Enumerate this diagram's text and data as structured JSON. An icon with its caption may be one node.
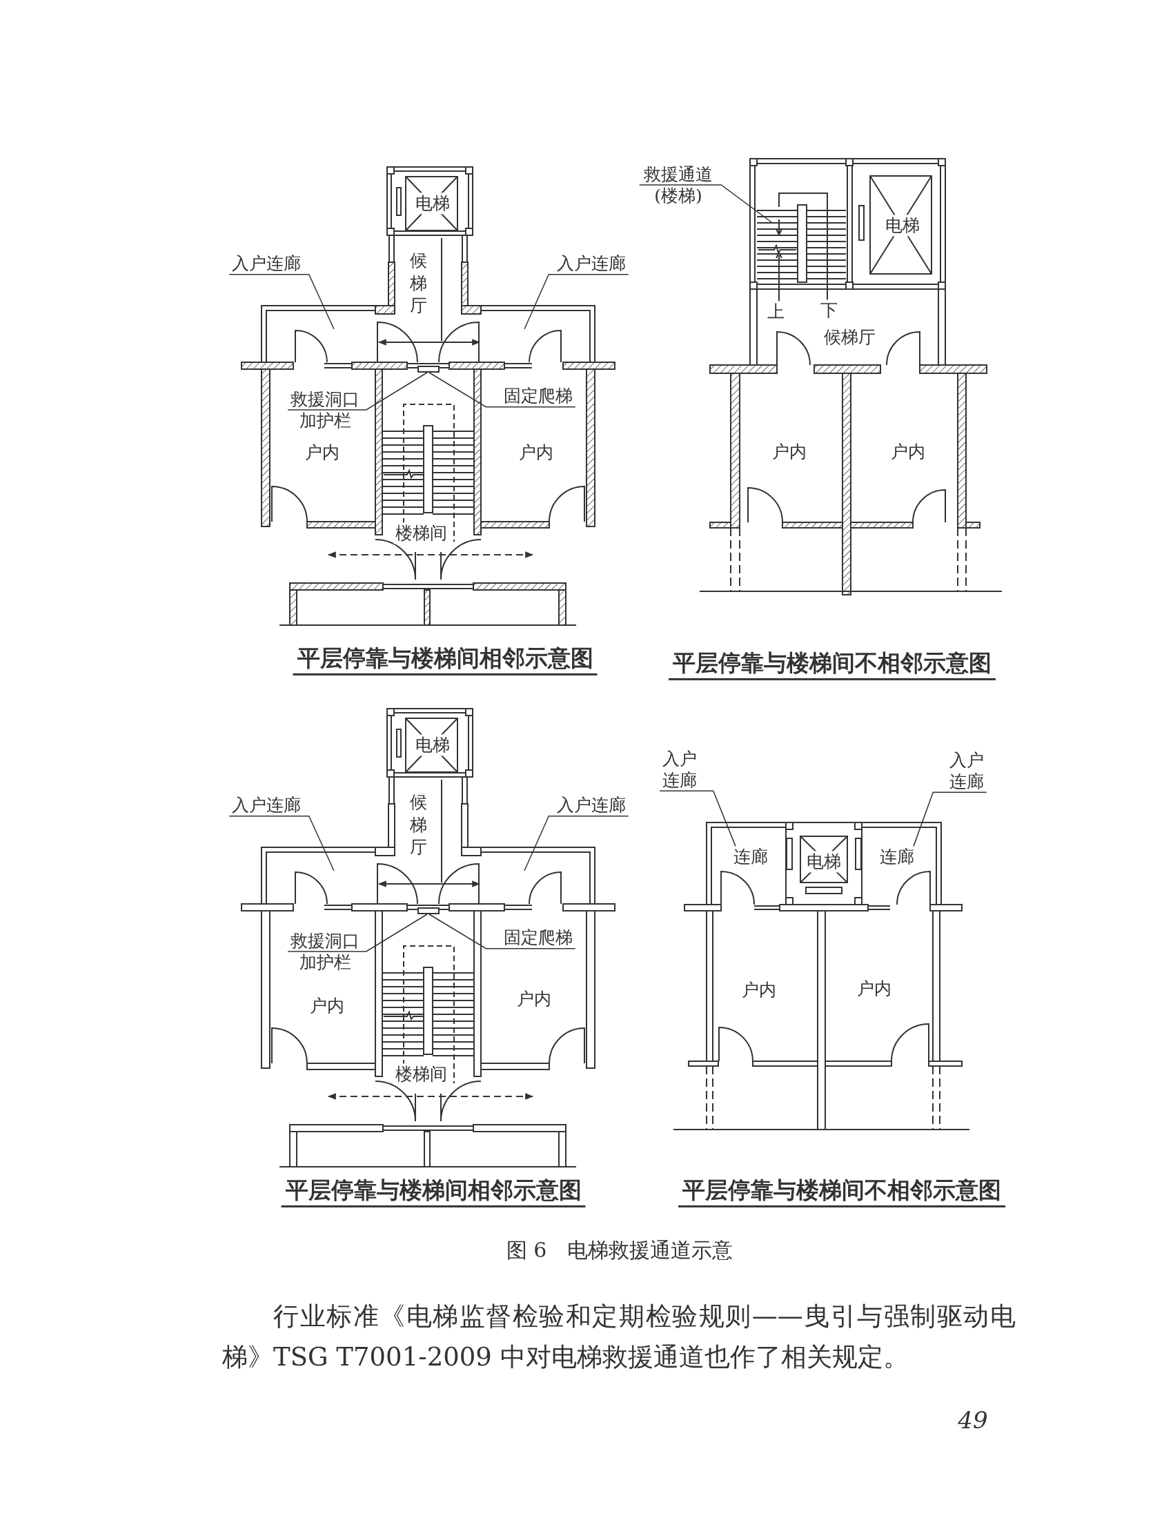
{
  "diagram": {
    "caption": "图 6　电梯救援通道示意",
    "nodes": [
      {
        "text": [
          "入户连廊"
        ]
      },
      {
        "text": [
          "入户连廊"
        ]
      },
      {
        "text": [
          "救援洞口加护栏"
        ]
      },
      {
        "text": [
          "固定爬梯"
        ]
      },
      {
        "text": [
          "救援通道(楼梯)"
        ]
      },
      {
        "text": [
          "入户连廊"
        ]
      },
      {
        "text": [
          "入户连廊"
        ]
      },
      {
        "text": [
          "救援洞口加护栏"
        ]
      },
      {
        "text": [
          "固定爬梯"
        ]
      },
      {
        "text": [
          "入户连廊"
        ]
      },
      {
        "text": [
          "入户连廊"
        ]
      },
      {
        "text": [
          "连廊"
        ]
      },
      {
        "text": [
          "连廊"
        ]
      }
    ],
    "edges": [
      {
        "from": 0,
        "to": null,
        "arrow": "none"
      },
      {
        "from": 1,
        "to": null,
        "arrow": "none"
      },
      {
        "from": 2,
        "to": null,
        "arrow": "none"
      },
      {
        "from": 3,
        "to": null,
        "arrow": "none"
      },
      {
        "from": 4,
        "to": null,
        "arrow": "none"
      },
      {
        "from": 5,
        "to": null,
        "arrow": "none"
      },
      {
        "from": 6,
        "to": null,
        "arrow": "none"
      },
      {
        "from": 7,
        "to": null,
        "arrow": "none"
      },
      {
        "from": 8,
        "to": null,
        "arrow": "none"
      },
      {
        "from": 9,
        "to": 11,
        "arrow": "none"
      },
      {
        "from": 10,
        "to": 12,
        "arrow": "none"
      }
    ],
    "labels": [
      "电梯",
      "候梯厅",
      "户内",
      "户内",
      "楼梯间",
      "电梯",
      "上",
      "下",
      "候梯厅",
      "户内",
      "户内",
      "平层停靠与楼梯间相邻示意图",
      "平层停靠与楼梯间不相邻示意图",
      "电梯",
      "候梯厅",
      "户内",
      "户内",
      "楼梯间",
      "电梯",
      "户内",
      "户内",
      "平层停靠与楼梯间相邻示意图",
      "平层停靠与楼梯间不相邻示意图",
      "行业标准《电梯监督检验和定期检验规则——曳引与强制驱动电梯》TSG T7001-2009 中对电梯救援通道也作了相关规定。",
      "49"
    ]
  }
}
